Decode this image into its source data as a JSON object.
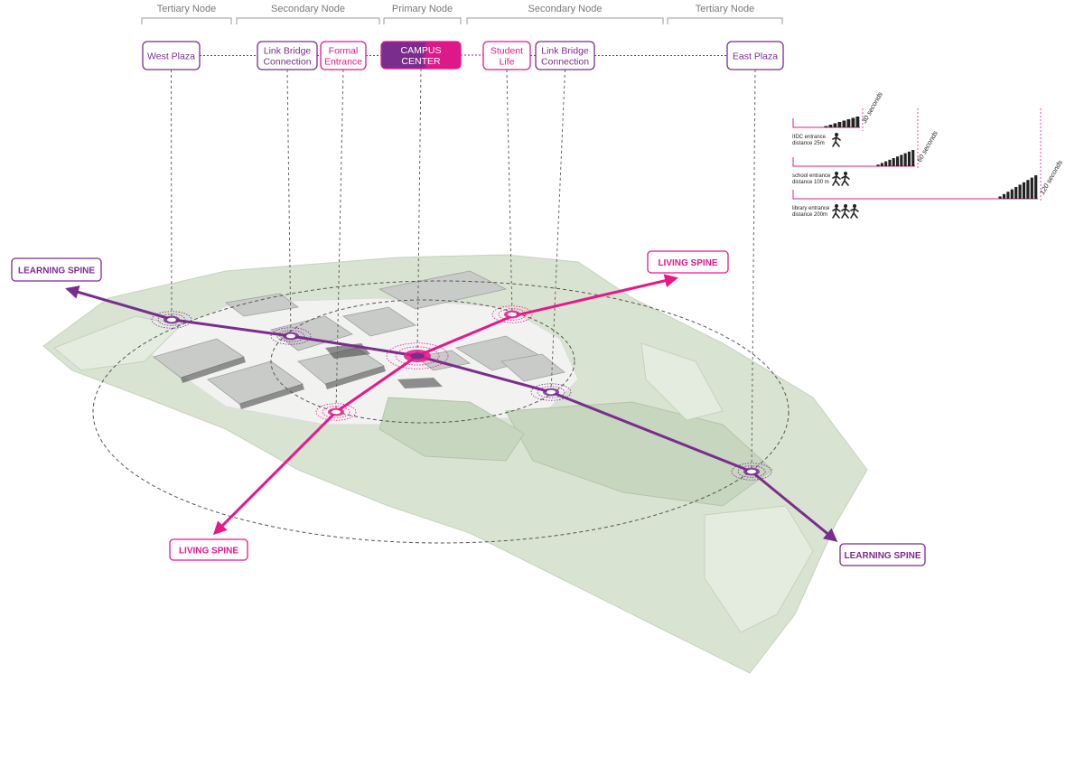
{
  "colors": {
    "purple": "#7b2d8e",
    "magenta": "#e8178a",
    "site_green": "#d8e4d1",
    "site_white": "#f2f3f1",
    "building_grey": "#c9cbc9",
    "dark": "#222222",
    "grey_line": "#9a9a9a"
  },
  "hierarchy": [
    {
      "id": "h0",
      "label": "Tertiary Node"
    },
    {
      "id": "h1",
      "label": "Secondary Node"
    },
    {
      "id": "h2",
      "label": "Primary Node"
    },
    {
      "id": "h3",
      "label": "Secondary Node"
    },
    {
      "id": "h4",
      "label": "Tertiary Node"
    }
  ],
  "nodes": [
    {
      "id": "west-plaza",
      "lines": [
        "West Plaza"
      ],
      "style": "purple-outline"
    },
    {
      "id": "link-bridge-west",
      "lines": [
        "Link Bridge",
        "Connection"
      ],
      "style": "purple-outline"
    },
    {
      "id": "formal-entrance",
      "lines": [
        "Formal",
        "Entrance"
      ],
      "style": "magenta-outline"
    },
    {
      "id": "campus-center",
      "lines": [
        "CAMPUS",
        "CENTER"
      ],
      "style": "filled"
    },
    {
      "id": "student-life",
      "lines": [
        "Student",
        "Life"
      ],
      "style": "magenta-outline"
    },
    {
      "id": "link-bridge-east",
      "lines": [
        "Link Bridge",
        "Connection"
      ],
      "style": "purple-outline"
    },
    {
      "id": "east-plaza",
      "lines": [
        "East Plaza"
      ],
      "style": "purple-outline"
    }
  ],
  "spines": [
    {
      "id": "learning-west",
      "label": "LEARNING SPINE",
      "style": "purple"
    },
    {
      "id": "living-east",
      "label": "LIVING SPINE",
      "style": "magenta"
    },
    {
      "id": "living-west",
      "label": "LIVING SPINE",
      "style": "magenta"
    },
    {
      "id": "learning-east",
      "label": "LEARNING SPINE",
      "style": "purple"
    }
  ],
  "walking": [
    {
      "id": "w1",
      "line1": "IIDC entrance",
      "line2": "distance 25m",
      "time": "30 seconds",
      "walkers": 1
    },
    {
      "id": "w2",
      "line1": "school entrance",
      "line2": "distance 100 m",
      "time": "60 seconds",
      "walkers": 2
    },
    {
      "id": "w3",
      "line1": "library entrance",
      "line2": "distance 200m",
      "time": "120 seconds",
      "walkers": 3
    }
  ]
}
